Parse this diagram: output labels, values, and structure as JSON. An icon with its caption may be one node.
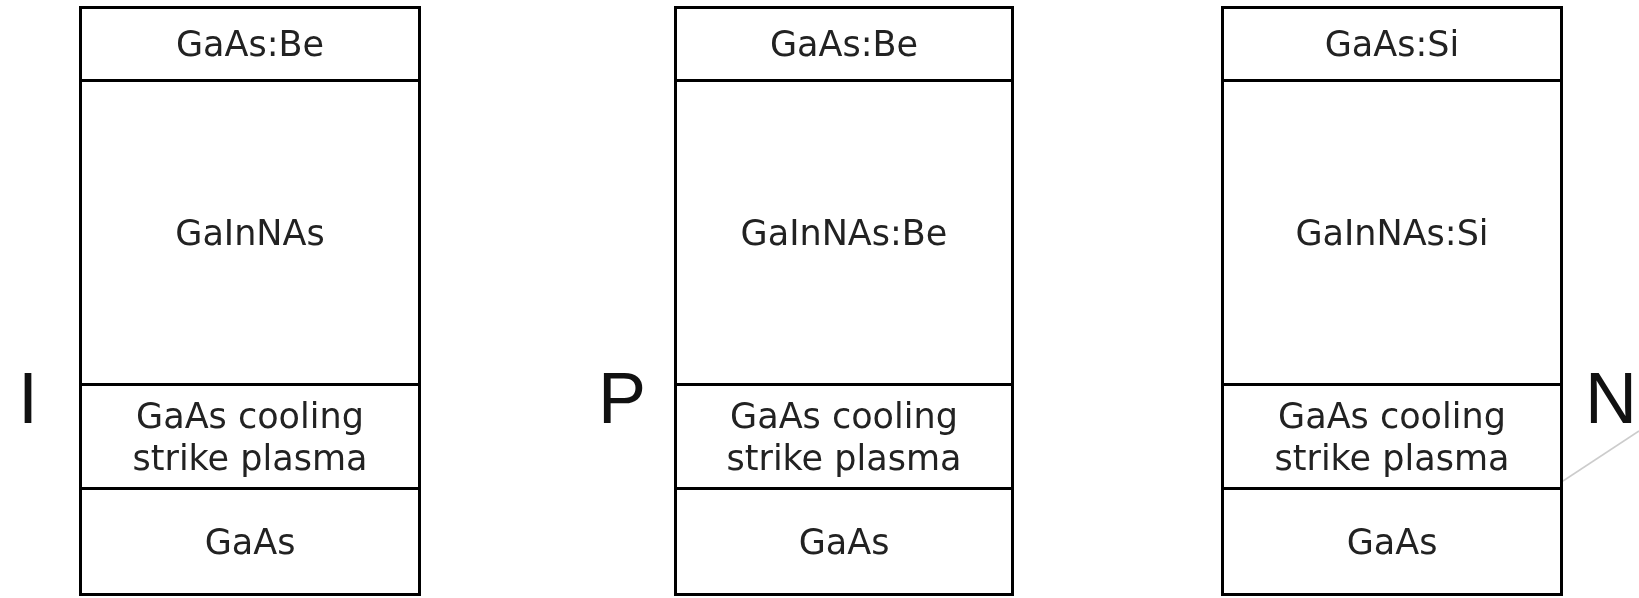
{
  "diagram": {
    "nodes": [
      {
        "text": [
          "GaAs:Be"
        ]
      },
      {
        "text": [
          "GaInNAs"
        ]
      },
      {
        "text": [
          "GaAs cooling strike plasma"
        ]
      },
      {
        "text": [
          "GaAs"
        ]
      },
      {
        "text": [
          "GaAs:Be"
        ]
      },
      {
        "text": [
          "GaInNAs:Be"
        ]
      },
      {
        "text": [
          "GaAs cooling strike plasma"
        ]
      },
      {
        "text": [
          "GaAs"
        ]
      },
      {
        "text": [
          "GaAs:Si"
        ]
      },
      {
        "text": [
          "GaInNAs:Si"
        ]
      },
      {
        "text": [
          "GaAs cooling strike plasma"
        ]
      },
      {
        "text": [
          "GaAs"
        ]
      }
    ],
    "labels": [
      "I",
      "P",
      "N"
    ]
  }
}
